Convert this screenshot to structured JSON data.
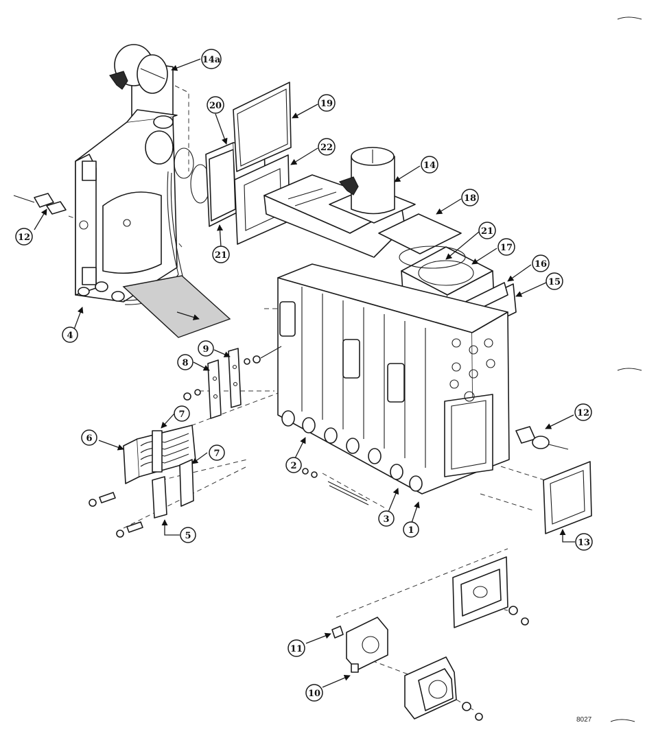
{
  "figure_number": "8027",
  "callouts": [
    {
      "id": "c1",
      "label": "1"
    },
    {
      "id": "c2",
      "label": "2"
    },
    {
      "id": "c3",
      "label": "3"
    },
    {
      "id": "c4",
      "label": "4"
    },
    {
      "id": "c5",
      "label": "5"
    },
    {
      "id": "c6",
      "label": "6"
    },
    {
      "id": "c7a",
      "label": "7"
    },
    {
      "id": "c7b",
      "label": "7"
    },
    {
      "id": "c8",
      "label": "8"
    },
    {
      "id": "c9",
      "label": "9"
    },
    {
      "id": "c10",
      "label": "10"
    },
    {
      "id": "c11",
      "label": "11"
    },
    {
      "id": "c12a",
      "label": "12"
    },
    {
      "id": "c12b",
      "label": "12"
    },
    {
      "id": "c13",
      "label": "13"
    },
    {
      "id": "c14",
      "label": "14"
    },
    {
      "id": "c14a",
      "label": "14a"
    },
    {
      "id": "c15",
      "label": "15"
    },
    {
      "id": "c16",
      "label": "16"
    },
    {
      "id": "c17",
      "label": "17"
    },
    {
      "id": "c18",
      "label": "18"
    },
    {
      "id": "c19",
      "label": "19"
    },
    {
      "id": "c20",
      "label": "20"
    },
    {
      "id": "c21a",
      "label": "21"
    },
    {
      "id": "c21b",
      "label": "21"
    },
    {
      "id": "c22",
      "label": "22"
    }
  ]
}
